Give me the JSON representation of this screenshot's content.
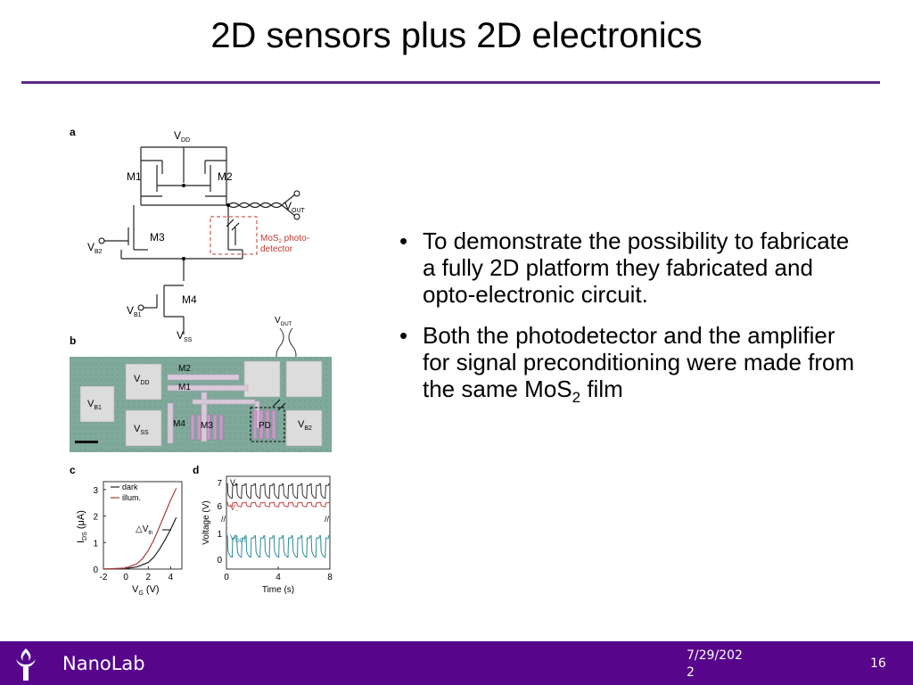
{
  "slide": {
    "title": "2D sensors plus 2D electronics",
    "bullets": [
      {
        "text": "To demonstrate the possibility to fabricate a fully 2D platform they fabricated and opto-electronic circuit."
      },
      {
        "text_before": "Both the photodetector and the amplifier for signal preconditioning were made from the same MoS",
        "sub": "2",
        "text_after": " film"
      }
    ]
  },
  "figure": {
    "panel_a": {
      "label": "a",
      "vdd": "V",
      "vdd_sub": "DD",
      "vss": "V",
      "vss_sub": "SS",
      "vout": "V",
      "vout_sub": "OUT",
      "vb1": "V",
      "vb1_sub": "B1",
      "vb2": "V",
      "vb2_sub": "B2",
      "m1": "M1",
      "m2": "M2",
      "m3": "M3",
      "m4": "M4",
      "detector_line1": "MoS",
      "detector_sub": "2",
      "detector_line1_rest": " photo-",
      "detector_line2": "detector"
    },
    "panel_b": {
      "label": "b",
      "vout": "V",
      "vout_sub": "OUT",
      "vdd": "V",
      "vdd_sub": "DD",
      "vb1": "V",
      "vb1_sub": "B1",
      "vss": "V",
      "vss_sub": "SS",
      "vb2": "V",
      "vb2_sub": "B2",
      "m1": "M1",
      "m2": "M2",
      "m3": "M3",
      "m4": "M4",
      "pd": "PD"
    },
    "panel_c": {
      "label": "c",
      "dvth": "△V",
      "dvth_sub": "th"
    },
    "panel_d": {
      "label": "d",
      "v_plus": "V",
      "v_plus_sub": "+",
      "v_minus": "V",
      "v_minus_sub": "−",
      "vout": "V",
      "vout_sub": "OUT"
    }
  },
  "chart_data": [
    {
      "type": "line",
      "panel": "c",
      "xlabel_main": "V",
      "xlabel_sub": "G",
      "xlabel_unit": " (V)",
      "ylabel_main": "I",
      "ylabel_sub": "DS",
      "ylabel_unit": " (μA)",
      "xlim": [
        -2,
        5
      ],
      "ylim": [
        0,
        3.3
      ],
      "xticks": [
        "-2",
        "0",
        "2",
        "4"
      ],
      "yticks": [
        "0",
        "1",
        "2",
        "3"
      ],
      "series": [
        {
          "name": "dark",
          "color": "#222222",
          "x": [
            -2,
            0,
            1,
            2,
            2.5,
            3,
            3.5,
            4,
            4.5
          ],
          "y": [
            0,
            0.02,
            0.08,
            0.25,
            0.45,
            0.75,
            1.1,
            1.5,
            1.95
          ]
        },
        {
          "name": "illum.",
          "color": "#a93a3a",
          "x": [
            -2,
            0,
            1,
            1.5,
            2,
            2.5,
            3,
            3.5,
            4,
            4.5
          ],
          "y": [
            0,
            0.04,
            0.2,
            0.4,
            0.7,
            1.1,
            1.6,
            2.1,
            2.6,
            3.05
          ]
        }
      ]
    },
    {
      "type": "line",
      "panel": "d",
      "xlabel": "Time (s)",
      "ylabel": "Voltage (V)",
      "xlim": [
        0,
        8
      ],
      "xticks": [
        "0",
        "4",
        "8"
      ],
      "yticks_upper": [
        "6",
        "7"
      ],
      "yticks_lower": [
        "0",
        "1"
      ],
      "upper_ylim": [
        5.5,
        7.2
      ],
      "lower_ylim": [
        -0.3,
        1.4
      ],
      "series": [
        {
          "name": "V+",
          "color": "#333333",
          "band": "upper",
          "period": 0.72,
          "high": 6.95,
          "low": 6.3
        },
        {
          "name": "V−",
          "color": "#c04040",
          "band": "upper",
          "period": 0.72,
          "high": 6.15,
          "low": 5.95
        },
        {
          "name": "VOUT",
          "color": "#2a8a99",
          "band": "lower",
          "period": 0.72,
          "high": 0.9,
          "low": 0.05
        }
      ]
    }
  ],
  "footer": {
    "brand": "NanoLab",
    "date": "7/29/2022",
    "page": "16"
  },
  "colors": {
    "accent": "#5b2a86",
    "footer": "#57068c",
    "detector": "#c0392b"
  }
}
